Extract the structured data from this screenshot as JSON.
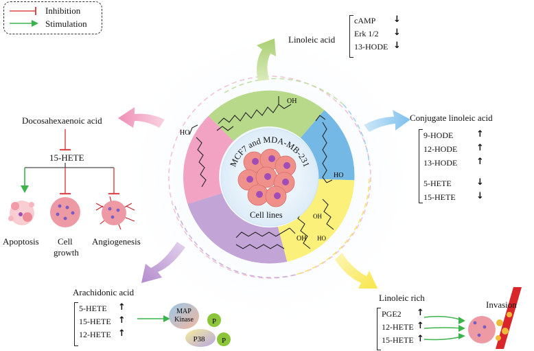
{
  "legend": {
    "inhibition_label": "Inhibition",
    "stimulation_label": "Stimulation",
    "inhibition_color": "#e0474c",
    "stimulation_color": "#3cb44b"
  },
  "center": {
    "title": "MCF7 and MDA-MB-231",
    "subtitle": "Cell lines"
  },
  "molecule_labels": {
    "oh": "OH",
    "ho": "HO"
  },
  "linoleic": {
    "title": "Linoleic acid",
    "items": [
      {
        "label": "cAMP",
        "direction": "down"
      },
      {
        "label": "Erk 1/2",
        "direction": "down"
      },
      {
        "label": "13-HODE",
        "direction": "down"
      }
    ]
  },
  "conjugate": {
    "title": "Conjugate linoleic acid",
    "items": [
      {
        "label": "9-HODE",
        "direction": "up"
      },
      {
        "label": "12-HODE",
        "direction": "up"
      },
      {
        "label": "13-HODE",
        "direction": "up"
      },
      {
        "label": "5-HETE",
        "direction": "down"
      },
      {
        "label": "15-HETE",
        "direction": "down"
      }
    ]
  },
  "docosahexaenoic": {
    "title": "Docosahexaenoic acid",
    "mediator": "15-HETE",
    "outcomes": [
      "Apoptosis",
      "Cell",
      "growth",
      "Angiogenesis"
    ]
  },
  "arachidonic": {
    "title": "Arachidonic acid",
    "items": [
      {
        "label": "5-HETE",
        "direction": "up"
      },
      {
        "label": "15-HETE",
        "direction": "up"
      },
      {
        "label": "12-HETE",
        "direction": "up"
      }
    ],
    "kinase_top": "MAP",
    "kinase_bottom": "Kinase",
    "p38": "P38",
    "phospho": "P"
  },
  "linoleic_rich": {
    "title": "Linoleic rich",
    "items": [
      {
        "label": "PGE2",
        "direction": "up"
      },
      {
        "label": "12-HETE",
        "direction": "up"
      },
      {
        "label": "15-HETE",
        "direction": "up"
      }
    ],
    "outcome": "Invasion"
  },
  "colors": {
    "green_sector": "#b9d98a",
    "blue_sector": "#74b9e6",
    "yellow_sector": "#fbf07a",
    "purple_sector": "#c2a4d6",
    "pink_sector": "#f2a2c2",
    "cell": "#f0908a",
    "nucleus": "#a14db8"
  }
}
